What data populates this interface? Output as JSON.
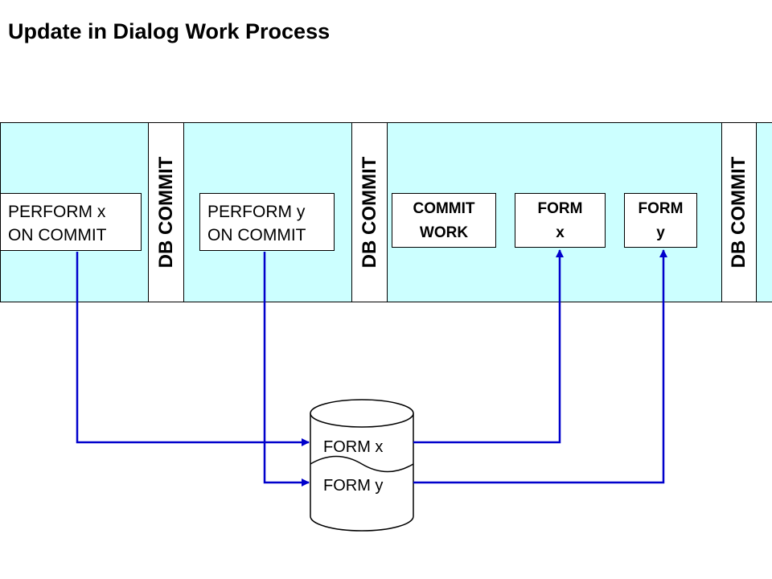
{
  "title": "Update in Dialog Work Process",
  "db_commit_label": "DB COMMIT",
  "perform_x": [
    "PERFORM x",
    "ON COMMIT"
  ],
  "perform_y": [
    "PERFORM y",
    "ON COMMIT"
  ],
  "commit_work": [
    "COMMIT",
    "WORK"
  ],
  "form_x_box": [
    "FORM",
    "x"
  ],
  "form_y_box": [
    "FORM",
    "y"
  ],
  "db_form_x": "FORM x",
  "db_form_y": "FORM y",
  "colors": {
    "band": "#ccffff",
    "arrow": "#0000cc"
  }
}
